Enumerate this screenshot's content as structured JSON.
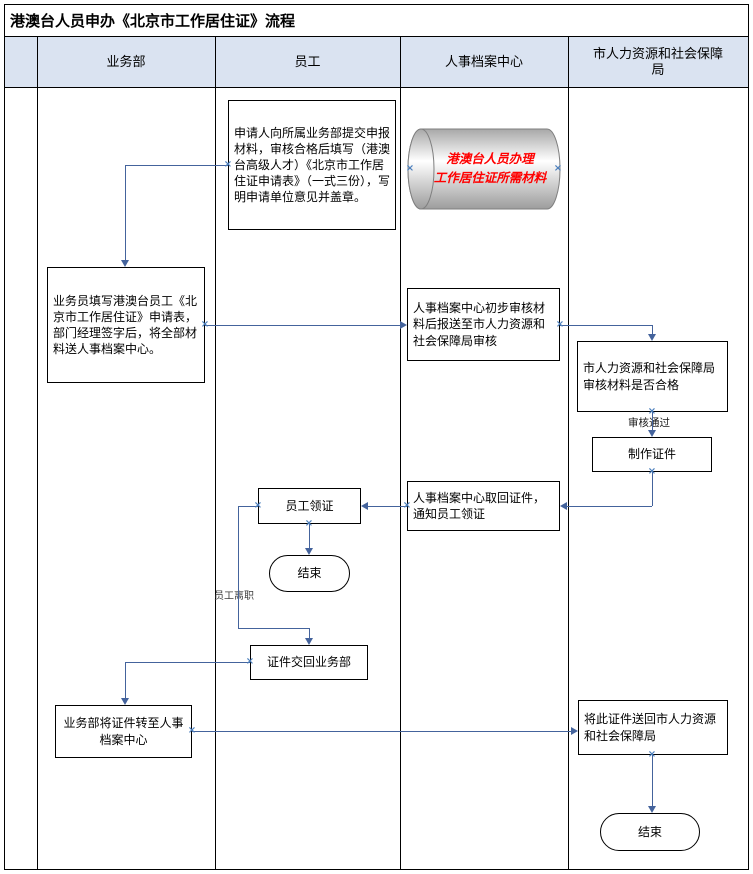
{
  "title": "港澳台人员申办《北京市工作居住证》流程",
  "lanes": {
    "business": "业务部",
    "employee": "员工",
    "archive": "人事档案中心",
    "bureau": "市人力资源和社会保障局"
  },
  "nodes": {
    "employee_apply": "申请人向所属业务部提交申报材料，审核合格后填写（港澳台高级人才）《北京市工作居住证申请表》（一式三份），写明申请单位意见并盖章。",
    "materials_line1": "港澳台人员办理",
    "materials_line2": "工作居住证所需材料",
    "business_fill": "业务员填写港澳台员工《北京市工作居住证》申请表，部门经理签字后，将全部材料送人事档案中心。",
    "archive_review": "人事档案中心初步审核材料后报送至市人力资源和社会保障局审核",
    "bureau_review": "市人力资源和社会保障局审核材料是否合格",
    "make_certificate": "制作证件",
    "archive_retrieve": "人事档案中心取回证件，通知员工领证",
    "employee_collect": "员工领证",
    "end_1": "结束",
    "certificate_return": "证件交回业务部",
    "business_transfer": "业务部将证件转至人事档案中心",
    "send_back": "将此证件送回市人力资源和社会保障局",
    "end_2": "结束"
  },
  "labels": {
    "approved": "审核通过",
    "resigned": "员工离职"
  },
  "colors": {
    "lane_header_bg": "#dae3f1",
    "connector": "#44639c",
    "xmark": "#4a7ebc",
    "cylinder_text": "#ff0000",
    "shape_border": "#000000"
  }
}
